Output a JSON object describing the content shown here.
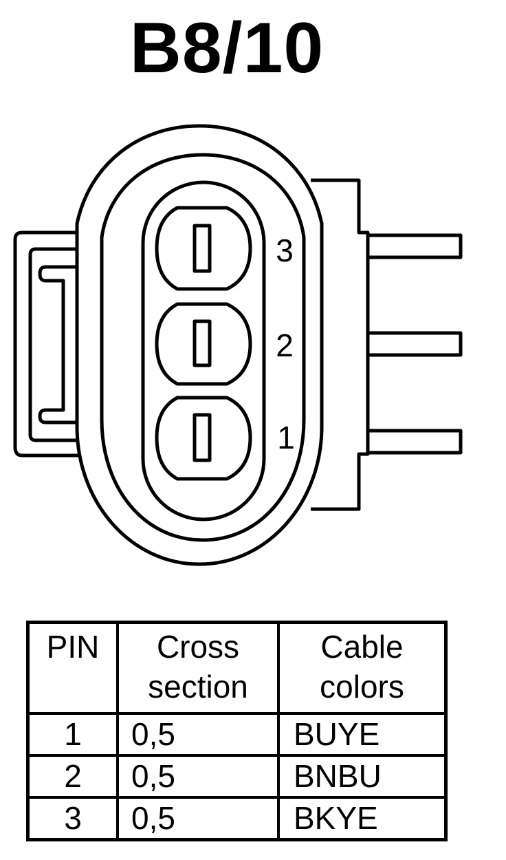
{
  "title": "B8/10",
  "connector": {
    "pin_labels": [
      "3",
      "2",
      "1"
    ]
  },
  "table": {
    "headers": {
      "pin": "PIN",
      "cross_section_l1": "Cross",
      "cross_section_l2": "section",
      "cable_colors_l1": "Cable",
      "cable_colors_l2": "colors"
    },
    "rows": [
      {
        "pin": "1",
        "cross_section": "0,5",
        "color": "BUYE"
      },
      {
        "pin": "2",
        "cross_section": "0,5",
        "color": "BNBU"
      },
      {
        "pin": "3",
        "cross_section": "0,5",
        "color": "BKYE"
      }
    ]
  }
}
